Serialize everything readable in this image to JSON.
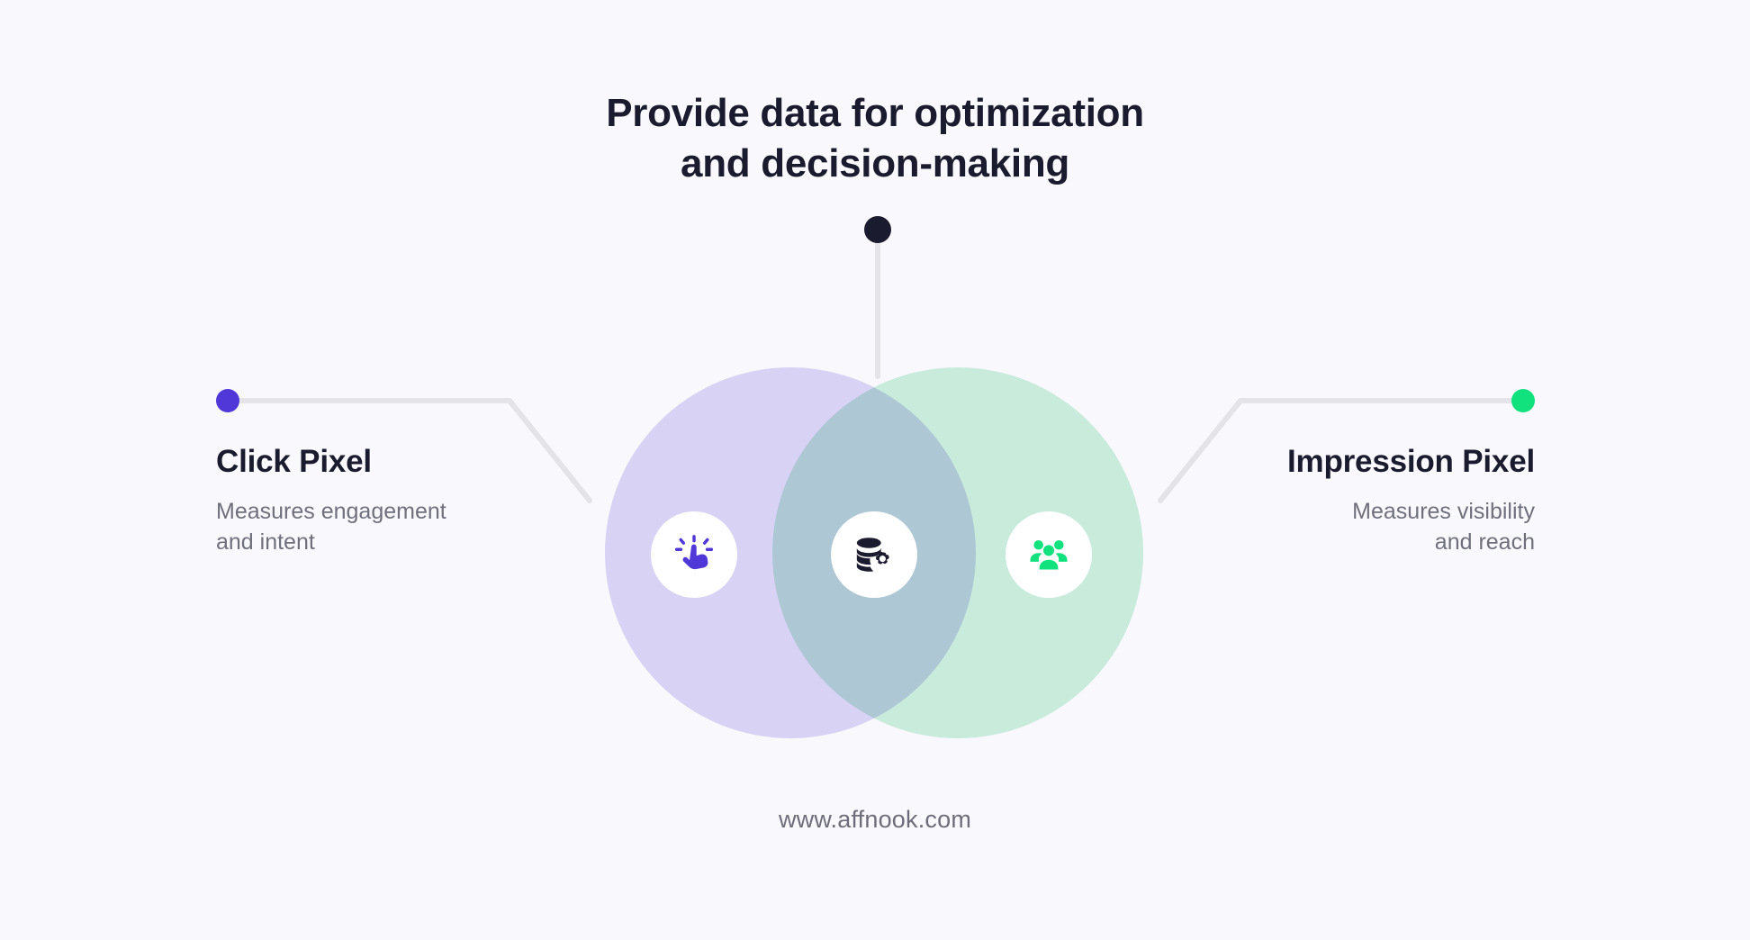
{
  "theme": {
    "background": "#F9F8FC",
    "ink": "#1B1B2F",
    "muted_text": "#70707C",
    "line": "#E3E3E8",
    "purple": "#5038D8",
    "green": "#12E27D",
    "navy_dot": "#1B1B2F",
    "circle_left_fill": "#DED8F7",
    "circle_right_fill": "#CDF2DF",
    "bubble_fill": "#FFFFFF"
  },
  "headline": {
    "line1": "Provide data for optimization",
    "line2": "and decision-making"
  },
  "nodes": {
    "top": {
      "name": "data-node",
      "dot_color": "#1B1B2F"
    },
    "left": {
      "title": "Click Pixel",
      "sub_line1": "Measures engagement",
      "sub_line2": "and intent",
      "dot_color": "#5038D8",
      "icon": "click-tap-icon",
      "icon_color": "#5038D8"
    },
    "right": {
      "title": "Impression Pixel",
      "sub_line1": "Measures visibility",
      "sub_line2": "and reach",
      "dot_color": "#12E27D",
      "icon": "users-group-icon",
      "icon_color": "#12E27D"
    },
    "center": {
      "icon": "database-gear-icon",
      "icon_color": "#1B1B2F"
    }
  },
  "footer": {
    "url": "www.affnook.com"
  }
}
